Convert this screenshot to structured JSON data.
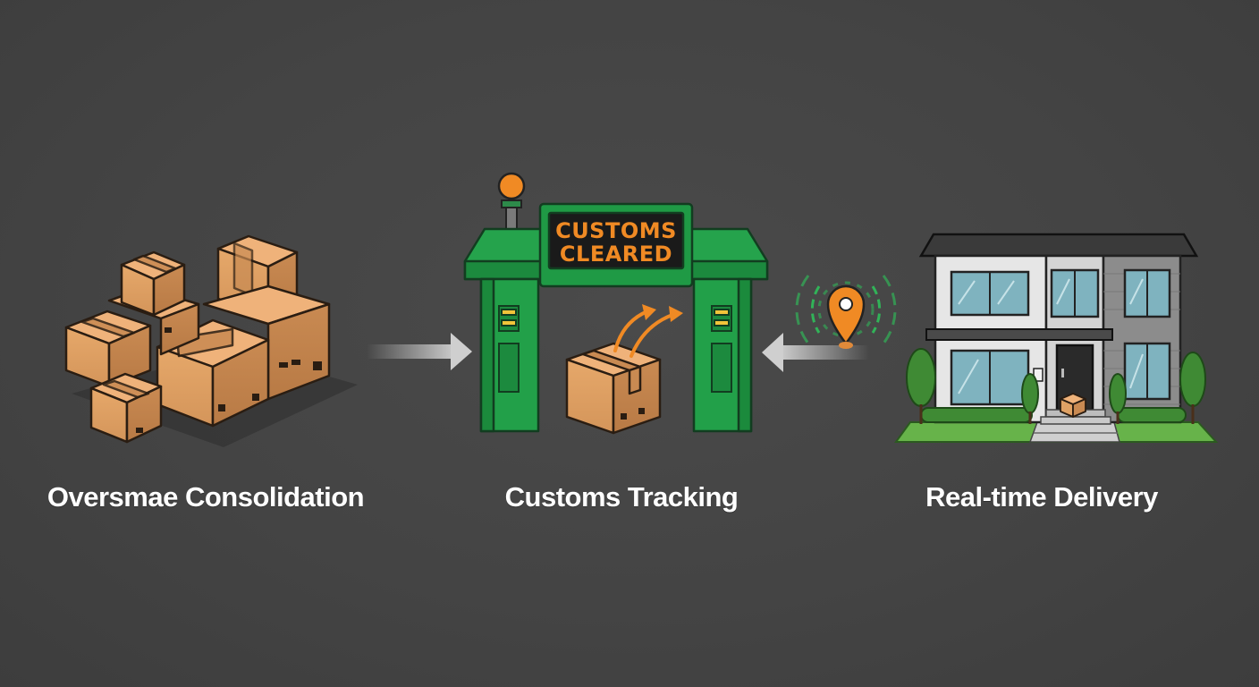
{
  "steps": [
    {
      "label": "Oversmae Consolidation",
      "icon": "stacked-boxes-icon"
    },
    {
      "label": "Customs Tracking",
      "icon": "customs-gate-icon"
    },
    {
      "label": "Real-time Delivery",
      "icon": "house-delivery-icon"
    }
  ],
  "gate_sign": {
    "line1": "CUSTOMS",
    "line2": "CLEARED"
  },
  "colors": {
    "background": "#474747",
    "box": "#e0a264",
    "box_outline": "#2a1d12",
    "gate_green": "#1f9a45",
    "accent_orange": "#f08a24",
    "arrow": "#c8c8c8",
    "signal_green": "#2fbf5a"
  }
}
